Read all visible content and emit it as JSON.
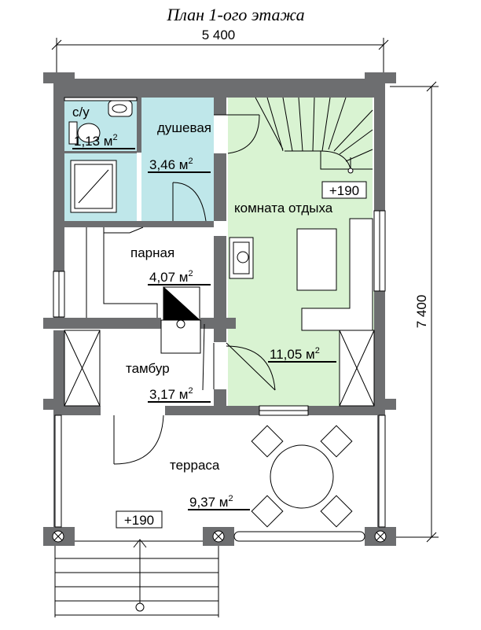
{
  "title": "План 1-ого этажа",
  "dimensions": {
    "width": "5 400",
    "height": "7 400"
  },
  "rooms": {
    "wc": {
      "name": "с/у",
      "area": "1,13 м",
      "unit_sup": "2"
    },
    "shower": {
      "name": "душевая",
      "area": "3,46 м",
      "unit_sup": "2"
    },
    "rest": {
      "name": "комната отдыха",
      "area": "11,05 м",
      "unit_sup": "2"
    },
    "sauna": {
      "name": "парная",
      "area": "4,07 м",
      "unit_sup": "2"
    },
    "vestibule": {
      "name": "тамбур",
      "area": "3,17 м",
      "unit_sup": "2"
    },
    "terrace": {
      "name": "терраса",
      "area": "9,37 м",
      "unit_sup": "2"
    }
  },
  "levels": {
    "rest_level": "+190",
    "terrace_level": "+190"
  },
  "colors": {
    "wall": "#6d6e70",
    "wet_room": "#bfe7ea",
    "rest_room": "#d9f3d2"
  }
}
